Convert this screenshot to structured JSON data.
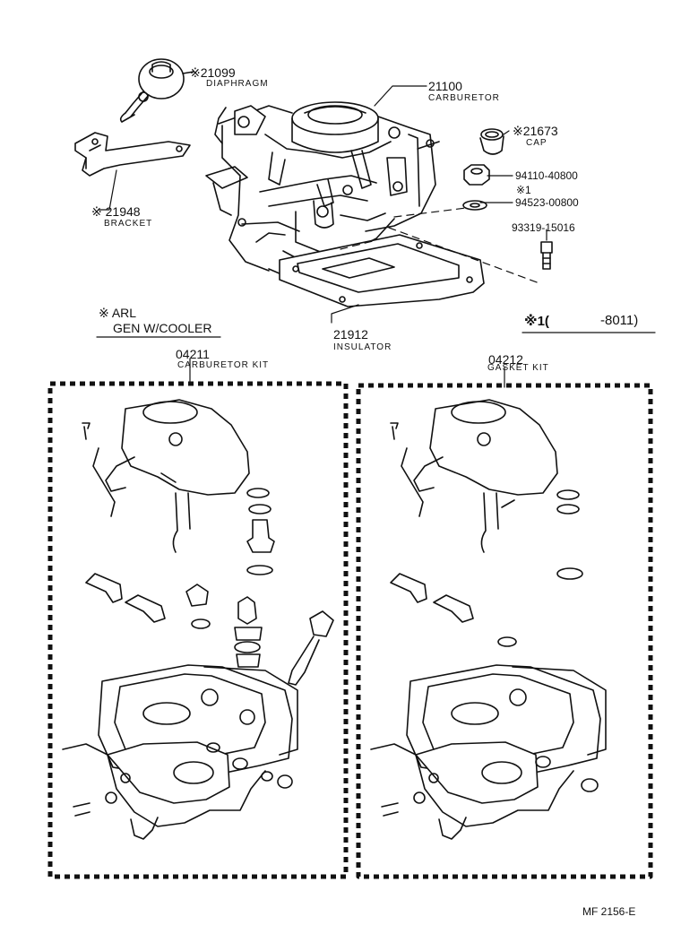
{
  "callouts": {
    "diaphragm_no": "※21099",
    "diaphragm_name": "DIAPHRAGM",
    "carburetor_no": "21100",
    "carburetor_name": "CARBURETOR",
    "cap_no": "※21673",
    "cap_name": "CAP",
    "nut_no": "94110-40800",
    "washer_mark": "※1",
    "washer_no": "94523-00800",
    "stud_no": "93319-15016",
    "bracket_no": "※ 21948",
    "bracket_name": "BRACKET",
    "insulator_no": "21912",
    "insulator_name": "INSULATOR"
  },
  "notes": {
    "arl": "※ ARL",
    "gen_cooler": "GEN W/COOLER",
    "serial_note_mark": "※1(",
    "serial_note_value": "-8011)"
  },
  "kits": {
    "carb_kit_no": "04211",
    "carb_kit_name": "CARBURETOR KIT",
    "gasket_kit_no": "04212",
    "gasket_kit_name": "GASKET KIT"
  },
  "footer": {
    "code": "MF 2156-E"
  }
}
